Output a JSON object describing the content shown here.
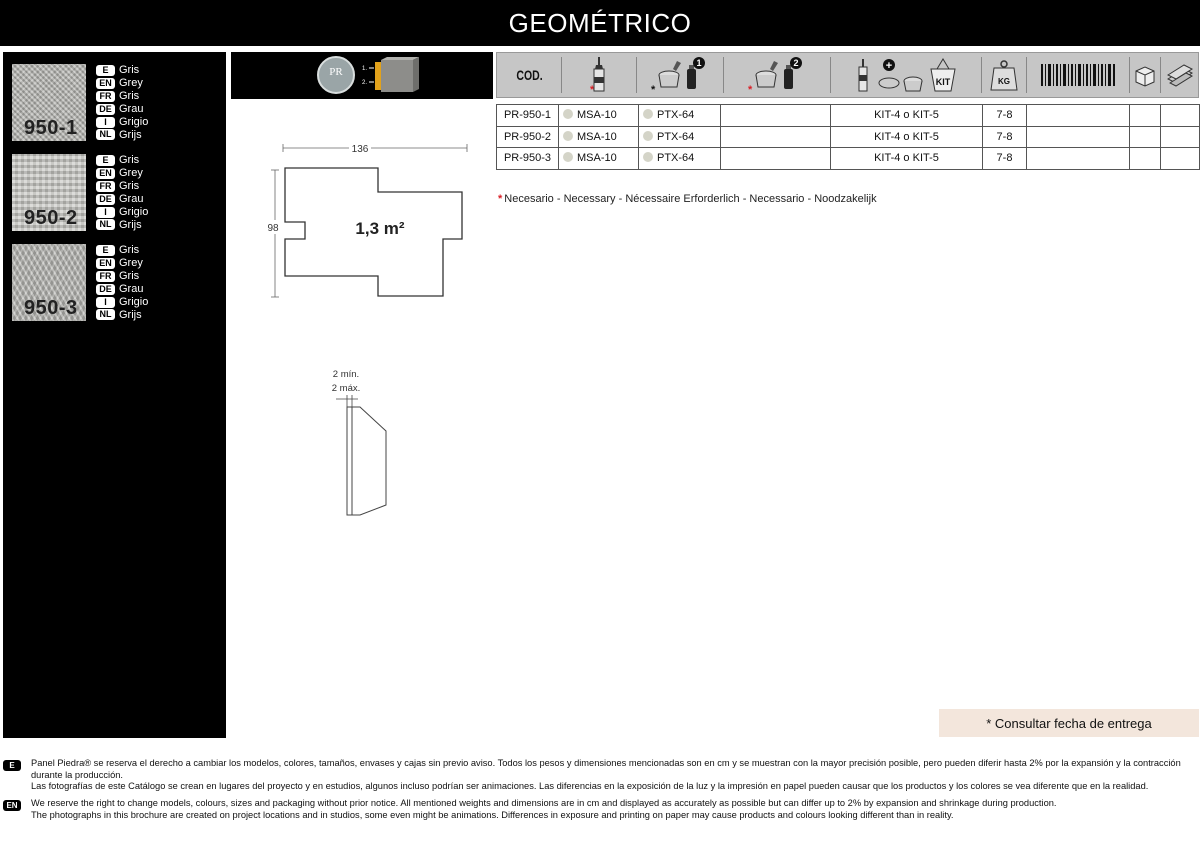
{
  "title": "GEOMÉTRICO",
  "variants": [
    {
      "code": "950-1",
      "languages": [
        {
          "tag": "E",
          "name": "Gris"
        },
        {
          "tag": "EN",
          "name": "Grey"
        },
        {
          "tag": "FR",
          "name": "Gris"
        },
        {
          "tag": "DE",
          "name": "Grau"
        },
        {
          "tag": "I",
          "name": "Grigio"
        },
        {
          "tag": "NL",
          "name": "Grijs"
        }
      ]
    },
    {
      "code": "950-2",
      "languages": [
        {
          "tag": "E",
          "name": "Gris"
        },
        {
          "tag": "EN",
          "name": "Grey"
        },
        {
          "tag": "FR",
          "name": "Gris"
        },
        {
          "tag": "DE",
          "name": "Grau"
        },
        {
          "tag": "I",
          "name": "Grigio"
        },
        {
          "tag": "NL",
          "name": "Grijs"
        }
      ]
    },
    {
      "code": "950-3",
      "languages": [
        {
          "tag": "E",
          "name": "Gris"
        },
        {
          "tag": "EN",
          "name": "Grey"
        },
        {
          "tag": "FR",
          "name": "Gris"
        },
        {
          "tag": "DE",
          "name": "Grau"
        },
        {
          "tag": "I",
          "name": "Grigio"
        },
        {
          "tag": "NL",
          "name": "Grijs"
        }
      ]
    }
  ],
  "fix_panel": {
    "logo_text": "PR",
    "step1": "1.",
    "step2": "2."
  },
  "drawing": {
    "width_label": "136",
    "height_label": "98",
    "area_label": "1,3 m²"
  },
  "profile": {
    "min_label": "2 mín.",
    "max_label": "2 máx."
  },
  "table": {
    "cod_header": "COD.",
    "step_labels": [
      "1",
      "2"
    ],
    "kit_label": "KIT",
    "kg_label": "KG",
    "rows": [
      {
        "code": "PR-950-1",
        "adhesive": "MSA-10",
        "paint": "PTX-64",
        "c3": "",
        "kit": "KIT-4 o KIT-5",
        "kg": "7-8",
        "c6": "",
        "c7": "",
        "c8": ""
      },
      {
        "code": "PR-950-2",
        "adhesive": "MSA-10",
        "paint": "PTX-64",
        "c3": "",
        "kit": "KIT-4 o KIT-5",
        "kg": "7-8",
        "c6": "",
        "c7": "",
        "c8": ""
      },
      {
        "code": "PR-950-3",
        "adhesive": "MSA-10",
        "paint": "PTX-64",
        "c3": "",
        "kit": "KIT-4 o KIT-5",
        "kg": "7-8",
        "c6": "",
        "c7": "",
        "c8": ""
      }
    ]
  },
  "legend": {
    "star": "*",
    "text": "Necesario - Necessary - Nécessaire  Erforderlich - Necessario - Noodzakelijk"
  },
  "delivery_note": "* Consultar fecha de entrega",
  "footer": {
    "es": {
      "tag": "E",
      "lines": [
        "Panel Piedra® se reserva el derecho a cambiar los modelos, colores, tamaños, envases y cajas sin previo aviso. Todos los pesos y dimensiones mencionadas son en cm y se muestran con la mayor precisión posible, pero pueden diferir hasta 2% por la expansión y la contracción durante la producción.",
        "Las fotografías de este Catálogo se crean en lugares del proyecto y en  estudios, algunos incluso podrían ser animaciones. Las diferencias en la exposición  de la luz y la impresión en papel pueden causar que los productos y los colores se vea diferente que en la realidad."
      ]
    },
    "en": {
      "tag": "EN",
      "lines": [
        "We reserve the right to change models, colours, sizes and packaging without prior notice. All mentioned weights and dimensions are in cm and displayed as accurately as possible but can differ up to 2% by expansion and shrinkage during production.",
        "The photographs in this brochure are created on project locations and in studios, some even might be animations. Differences in exposure and printing on paper may cause products  and colours looking different than in reality."
      ]
    }
  },
  "colors": {
    "star": "#d91f26",
    "header_bg": "#000000",
    "table_header_bg": "#c6c6c6",
    "delivery_bg": "#f3e6dc"
  }
}
